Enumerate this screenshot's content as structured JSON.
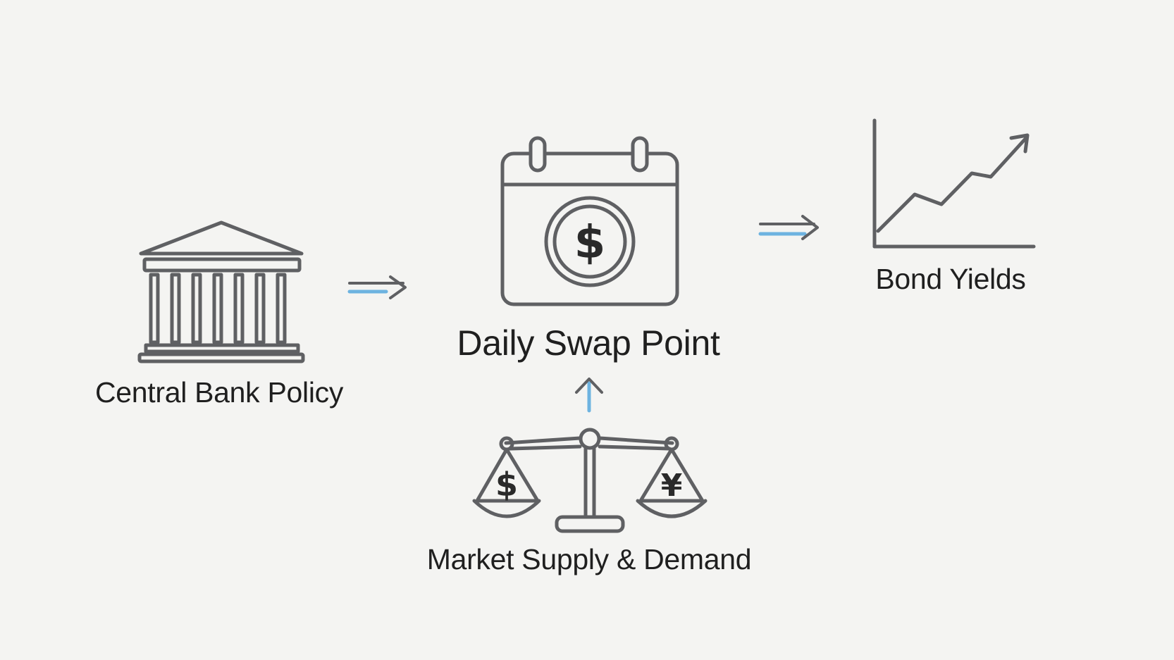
{
  "nodes": {
    "central_bank": {
      "label": "Central Bank Policy",
      "icon": "bank-building-icon"
    },
    "swap_point": {
      "label": "Daily Swap Point",
      "icon": "calendar-dollar-icon",
      "icon_glyph": "$"
    },
    "bond_yields": {
      "label": "Bond Yields",
      "icon": "rising-line-chart-icon"
    },
    "market": {
      "label": "Market Supply & Demand",
      "icon": "balance-scale-icon",
      "left_pan_glyph": "$",
      "right_pan_glyph": "¥"
    }
  },
  "colors": {
    "background": "#f4f4f2",
    "icon_stroke": "#5f6063",
    "arrow_accent": "#6db3e0",
    "text": "#1f1f1f"
  }
}
